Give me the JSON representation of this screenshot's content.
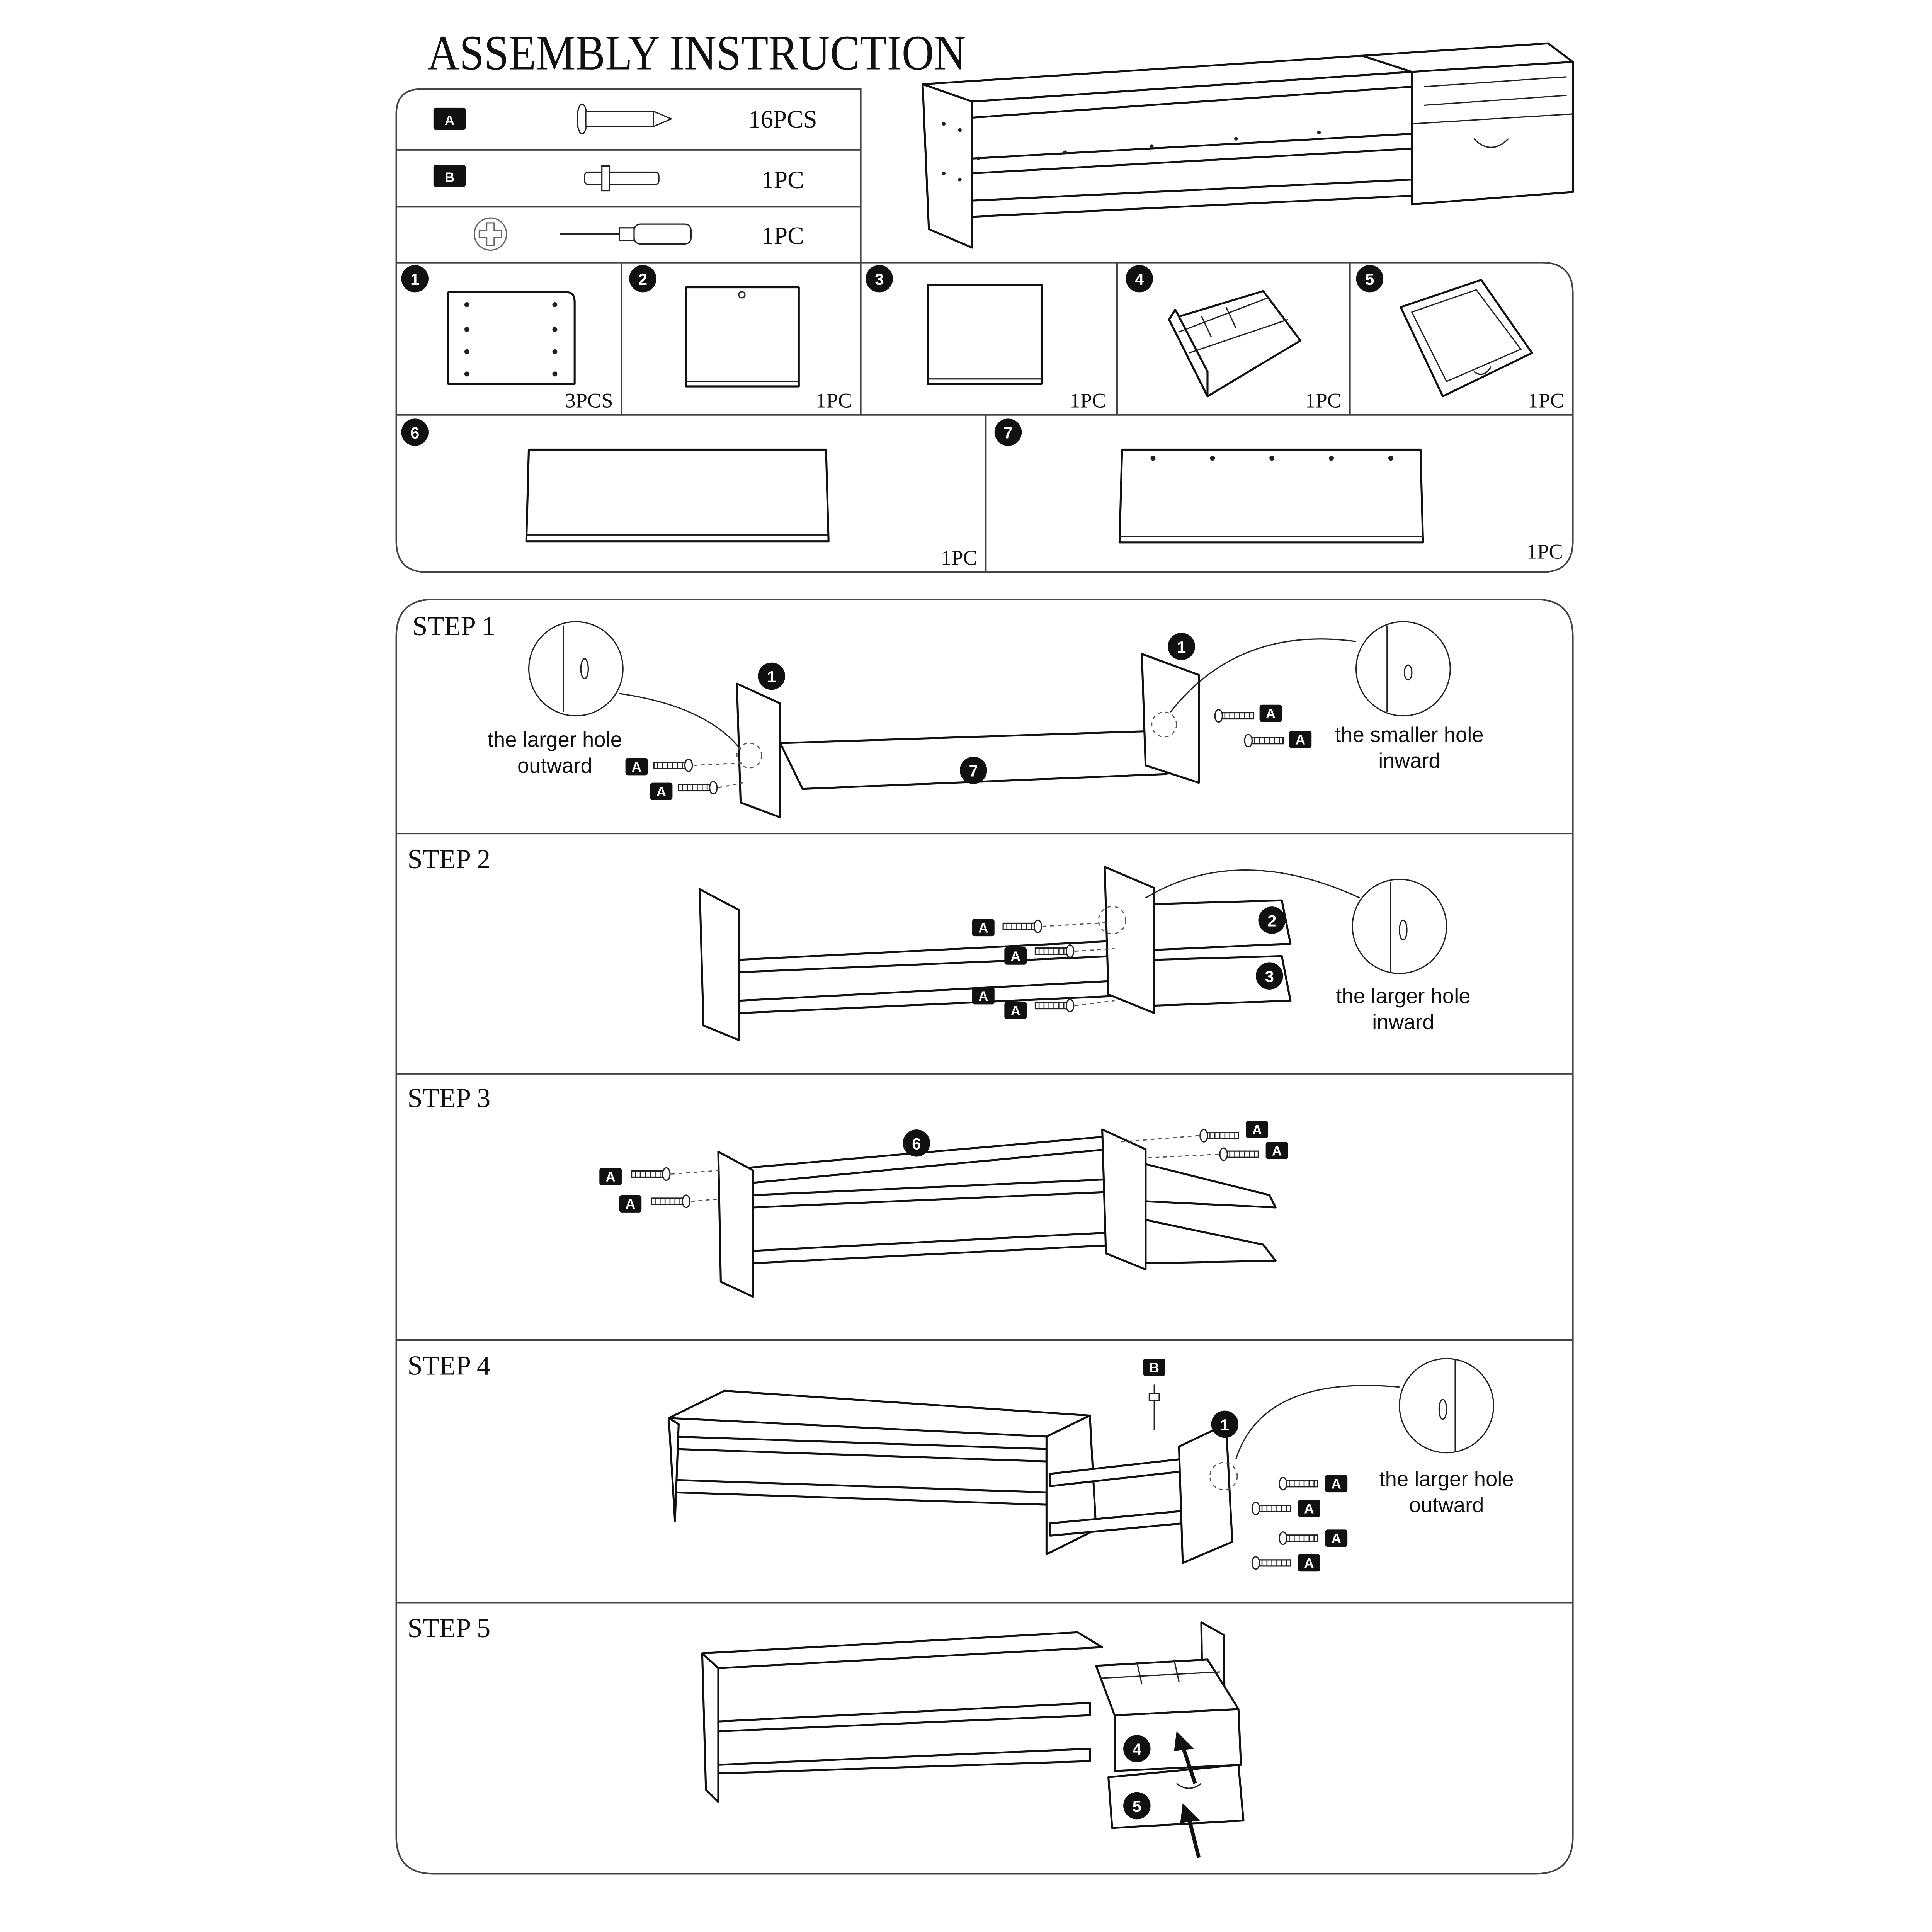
{
  "title": "ASSEMBLY INSTRUCTION",
  "hardware": [
    {
      "label": "A",
      "icon": "screw-icon",
      "qty": "16PCS"
    },
    {
      "label": "B",
      "icon": "dowel-pin-icon",
      "qty": "1PC"
    },
    {
      "label": "",
      "icon": "phillips-screwdriver-icon",
      "qty": "1PC"
    }
  ],
  "parts": [
    {
      "number": "1",
      "qty": "3PCS"
    },
    {
      "number": "2",
      "qty": "1PC"
    },
    {
      "number": "3",
      "qty": "1PC"
    },
    {
      "number": "4",
      "qty": "1PC"
    },
    {
      "number": "5",
      "qty": "1PC"
    },
    {
      "number": "6",
      "qty": "1PC"
    },
    {
      "number": "7",
      "qty": "1PC"
    }
  ],
  "steps": [
    {
      "title": "STEP  1",
      "notes": [
        [
          "the larger hole",
          "outward"
        ],
        [
          "the smaller hole",
          "inward"
        ]
      ]
    },
    {
      "title": "STEP  2",
      "notes": [
        [
          "the larger hole",
          "inward"
        ]
      ]
    },
    {
      "title": "STEP  3",
      "notes": []
    },
    {
      "title": "STEP  4",
      "notes": [
        [
          "the larger hole",
          "outward"
        ]
      ]
    },
    {
      "title": "STEP  5",
      "notes": []
    }
  ],
  "badges": {
    "a": "A",
    "b": "B"
  }
}
